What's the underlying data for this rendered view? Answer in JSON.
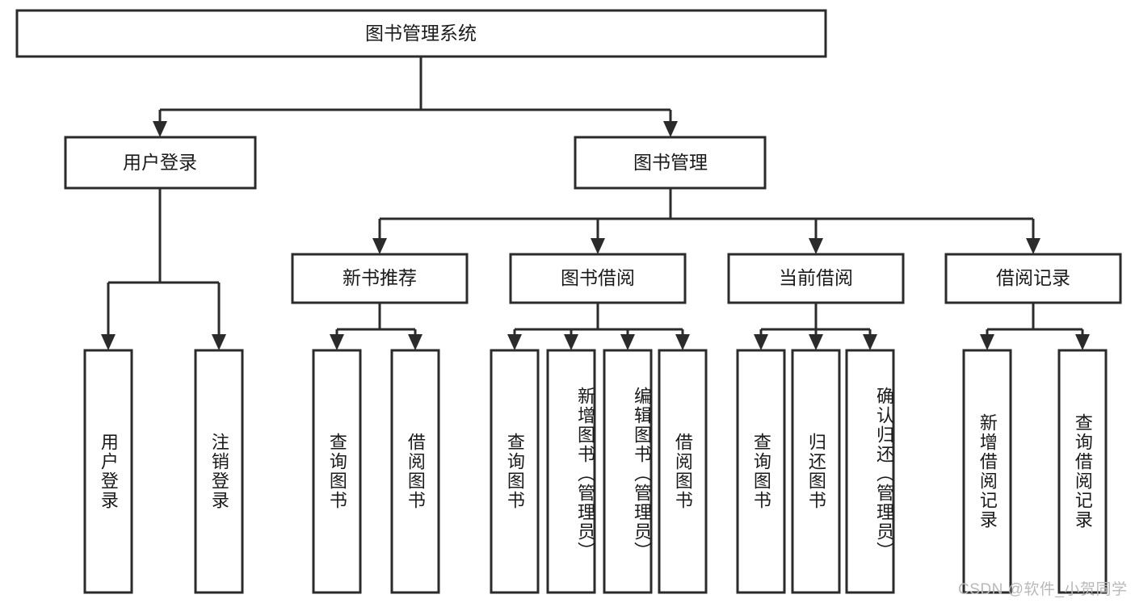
{
  "diagram": {
    "title": "图书管理系统",
    "type": "tree",
    "watermark": "CSDN @软件_小贺同学",
    "colors": {
      "box_stroke": "#2b2b2b",
      "box_fill": "#ffffff",
      "text": "#1a1a1a",
      "background": "#ffffff",
      "watermark": "#b9b9b9"
    },
    "root": {
      "label": "图书管理系统"
    },
    "level2": [
      {
        "label": "用户登录"
      },
      {
        "label": "图书管理"
      }
    ],
    "level3": [
      {
        "label": "新书推荐"
      },
      {
        "label": "图书借阅"
      },
      {
        "label": "当前借阅"
      },
      {
        "label": "借阅记录"
      }
    ],
    "leaves": {
      "user_login": [
        {
          "label": "用户登录"
        },
        {
          "label": "注销登录"
        }
      ],
      "new_book_recommend": [
        {
          "label": "查询图书"
        },
        {
          "label": "借阅图书"
        }
      ],
      "book_borrow": [
        {
          "label": "查询图书"
        },
        {
          "label": "新增图书（管理员）"
        },
        {
          "label": "编辑图书（管理员）"
        },
        {
          "label": "借阅图书"
        }
      ],
      "current_borrow": [
        {
          "label": "查询图书"
        },
        {
          "label": "归还图书"
        },
        {
          "label": "确认归还（管理员）"
        }
      ],
      "borrow_record": [
        {
          "label": "新增借阅记录"
        },
        {
          "label": "查询借阅记录"
        }
      ]
    }
  }
}
